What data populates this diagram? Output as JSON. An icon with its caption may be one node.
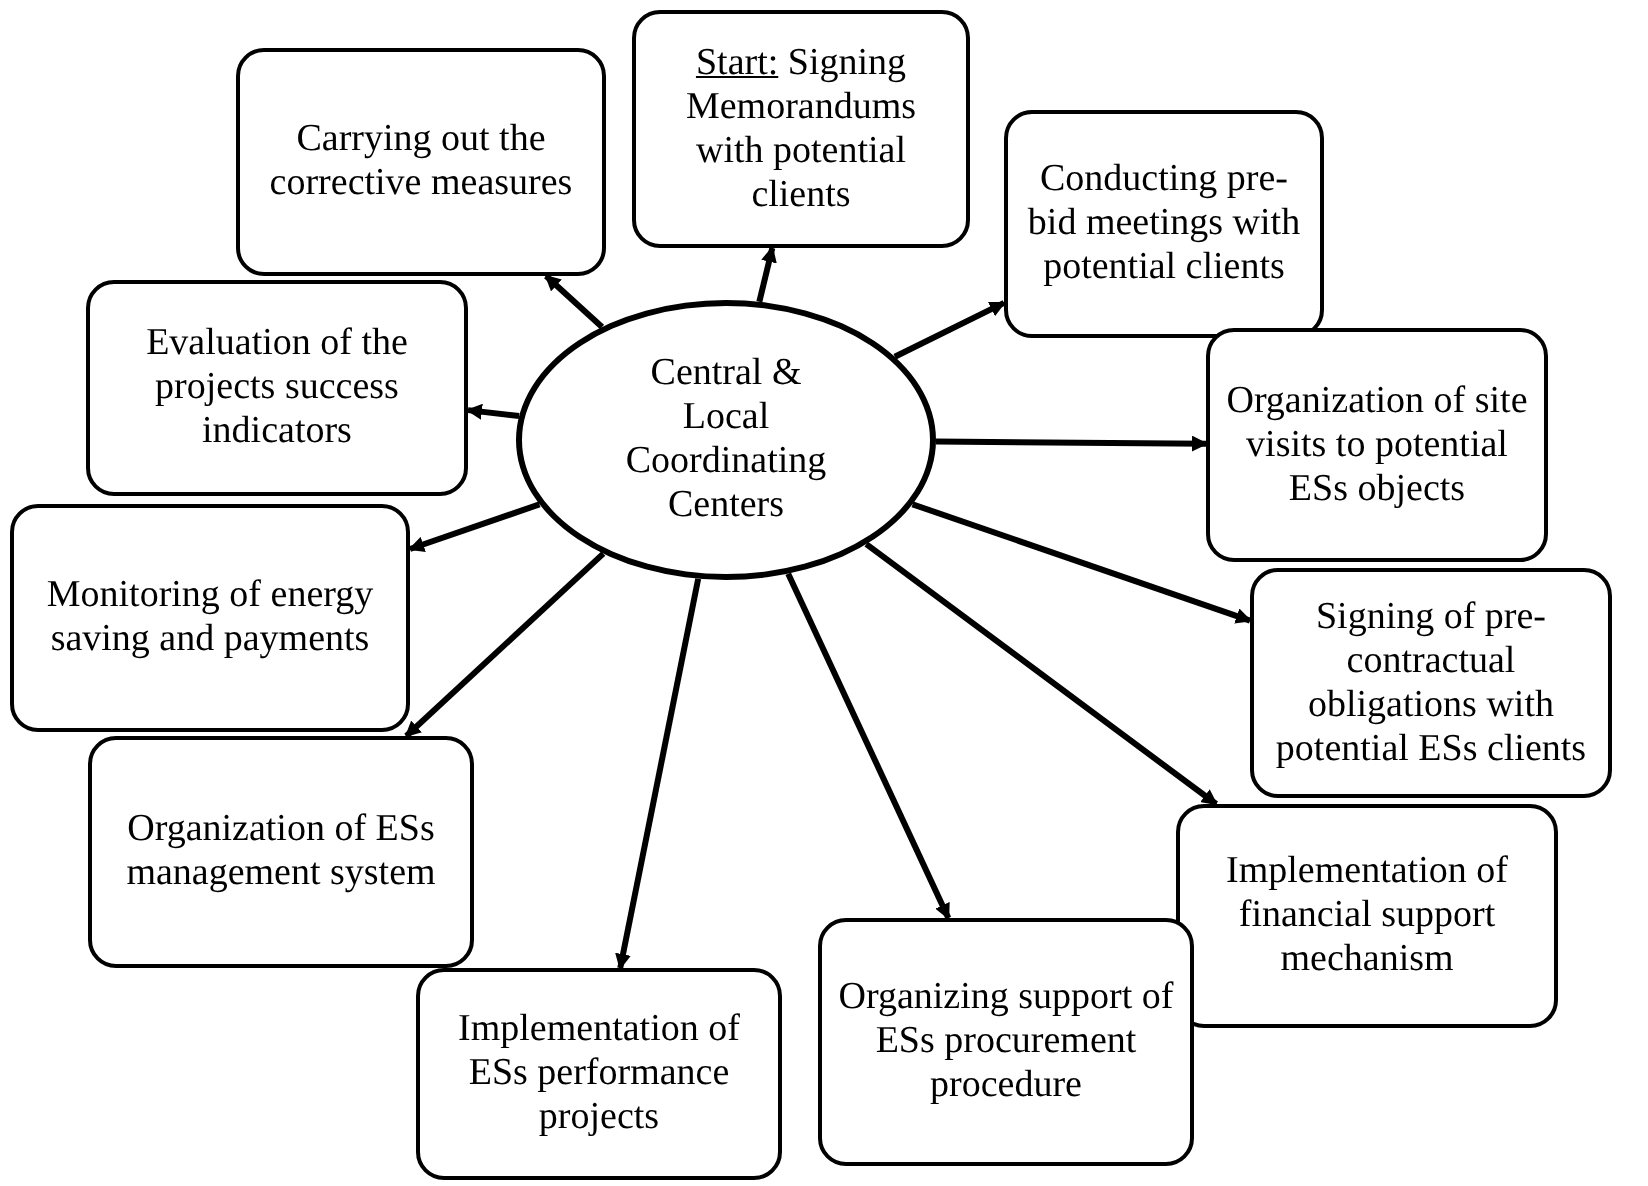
{
  "diagram": {
    "nodes": [
      {
        "text": [
          "Central & Local Coordinating Centers"
        ]
      },
      {
        "text": [
          "Start:",
          "Signing Memorandums with potential clients"
        ]
      },
      {
        "text": [
          "Conducting pre-bid meetings with potential clients"
        ]
      },
      {
        "text": [
          "Organization of site visits to potential ESs objects"
        ]
      },
      {
        "text": [
          "Signing of pre-contractual obligations with potential ESs clients"
        ]
      },
      {
        "text": [
          "Implementation of financial support mechanism"
        ]
      },
      {
        "text": [
          "Organizing support of ESs procurement procedure"
        ]
      },
      {
        "text": [
          "Implementation of ESs performance projects"
        ]
      },
      {
        "text": [
          "Organization of ESs management system"
        ]
      },
      {
        "text": [
          "Monitoring of energy saving and payments"
        ]
      },
      {
        "text": [
          "Evaluation of the projects success indicators"
        ]
      },
      {
        "text": [
          "Carrying out the corrective measures"
        ]
      }
    ],
    "edges": [
      {
        "from": 0,
        "to": 1,
        "arrow": "to"
      },
      {
        "from": 0,
        "to": 2,
        "arrow": "to"
      },
      {
        "from": 0,
        "to": 3,
        "arrow": "to"
      },
      {
        "from": 0,
        "to": 4,
        "arrow": "to"
      },
      {
        "from": 0,
        "to": 5,
        "arrow": "to"
      },
      {
        "from": 0,
        "to": 6,
        "arrow": "to"
      },
      {
        "from": 0,
        "to": 7,
        "arrow": "to"
      },
      {
        "from": 0,
        "to": 8,
        "arrow": "to"
      },
      {
        "from": 0,
        "to": 9,
        "arrow": "to"
      },
      {
        "from": 0,
        "to": 10,
        "arrow": "to"
      },
      {
        "from": 0,
        "to": 11,
        "arrow": "to"
      }
    ]
  }
}
